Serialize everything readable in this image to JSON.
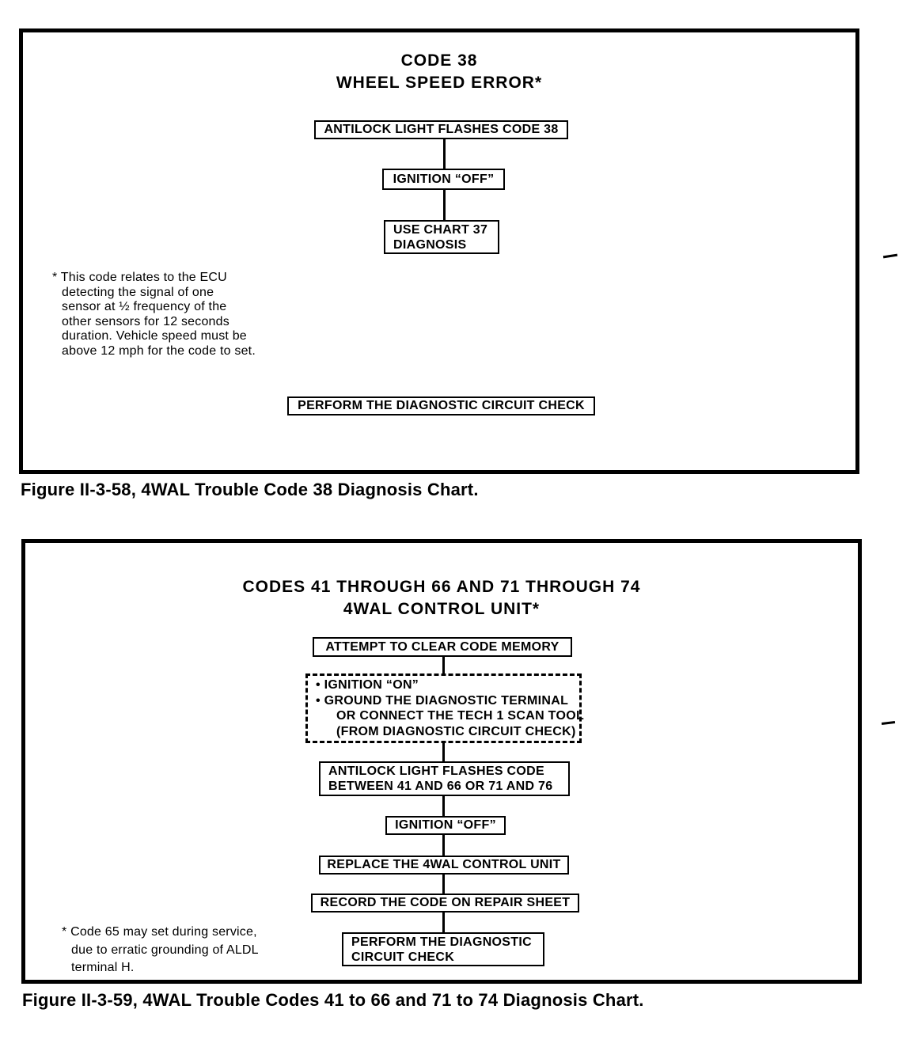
{
  "figure1": {
    "title_line1": "CODE 38",
    "title_line2": "WHEEL SPEED ERROR*",
    "nodes": {
      "antilock": "ANTILOCK LIGHT FLASHES CODE 38",
      "ignition_off": "IGNITION “OFF”",
      "use_chart_line1": "USE CHART 37",
      "use_chart_line2": "DIAGNOSIS",
      "perform": "PERFORM THE DIAGNOSTIC CIRCUIT CHECK"
    },
    "footnote_lines": [
      "* This code relates to the ECU",
      "detecting the signal of one",
      "sensor at ½ frequency of the",
      "other sensors for 12 seconds",
      "duration. Vehicle speed must be",
      "above 12 mph for the code to set."
    ],
    "caption": "Figure II-3-58, 4WAL Trouble Code 38 Diagnosis Chart."
  },
  "figure2": {
    "title_line1": "CODES 41 THROUGH 66 AND 71 THROUGH 74",
    "title_line2": "4WAL CONTROL UNIT*",
    "nodes": {
      "attempt": "ATTEMPT TO CLEAR CODE MEMORY",
      "prep_bullet1": "• IGNITION “ON”",
      "prep_bullet2": "• GROUND THE DIAGNOSTIC TERMINAL",
      "prep_cont1": "OR CONNECT THE TECH 1 SCAN TOOL",
      "prep_cont2": "(FROM DIAGNOSTIC CIRCUIT CHECK)",
      "antilock_line1": "ANTILOCK LIGHT FLASHES CODE",
      "antilock_line2": "BETWEEN 41 AND 66 OR 71 AND 76",
      "ignition_off": "IGNITION “OFF”",
      "replace": "REPLACE THE 4WAL CONTROL UNIT",
      "record": "RECORD THE CODE ON REPAIR SHEET",
      "perform_line1": "PERFORM THE DIAGNOSTIC",
      "perform_line2": "CIRCUIT CHECK"
    },
    "footnote_lines": [
      "* Code 65 may set during service,",
      "due to erratic grounding of ALDL",
      "terminal H."
    ],
    "caption": "Figure II-3-59, 4WAL Trouble Codes 41 to 66 and 71 to 74 Diagnosis Chart."
  }
}
